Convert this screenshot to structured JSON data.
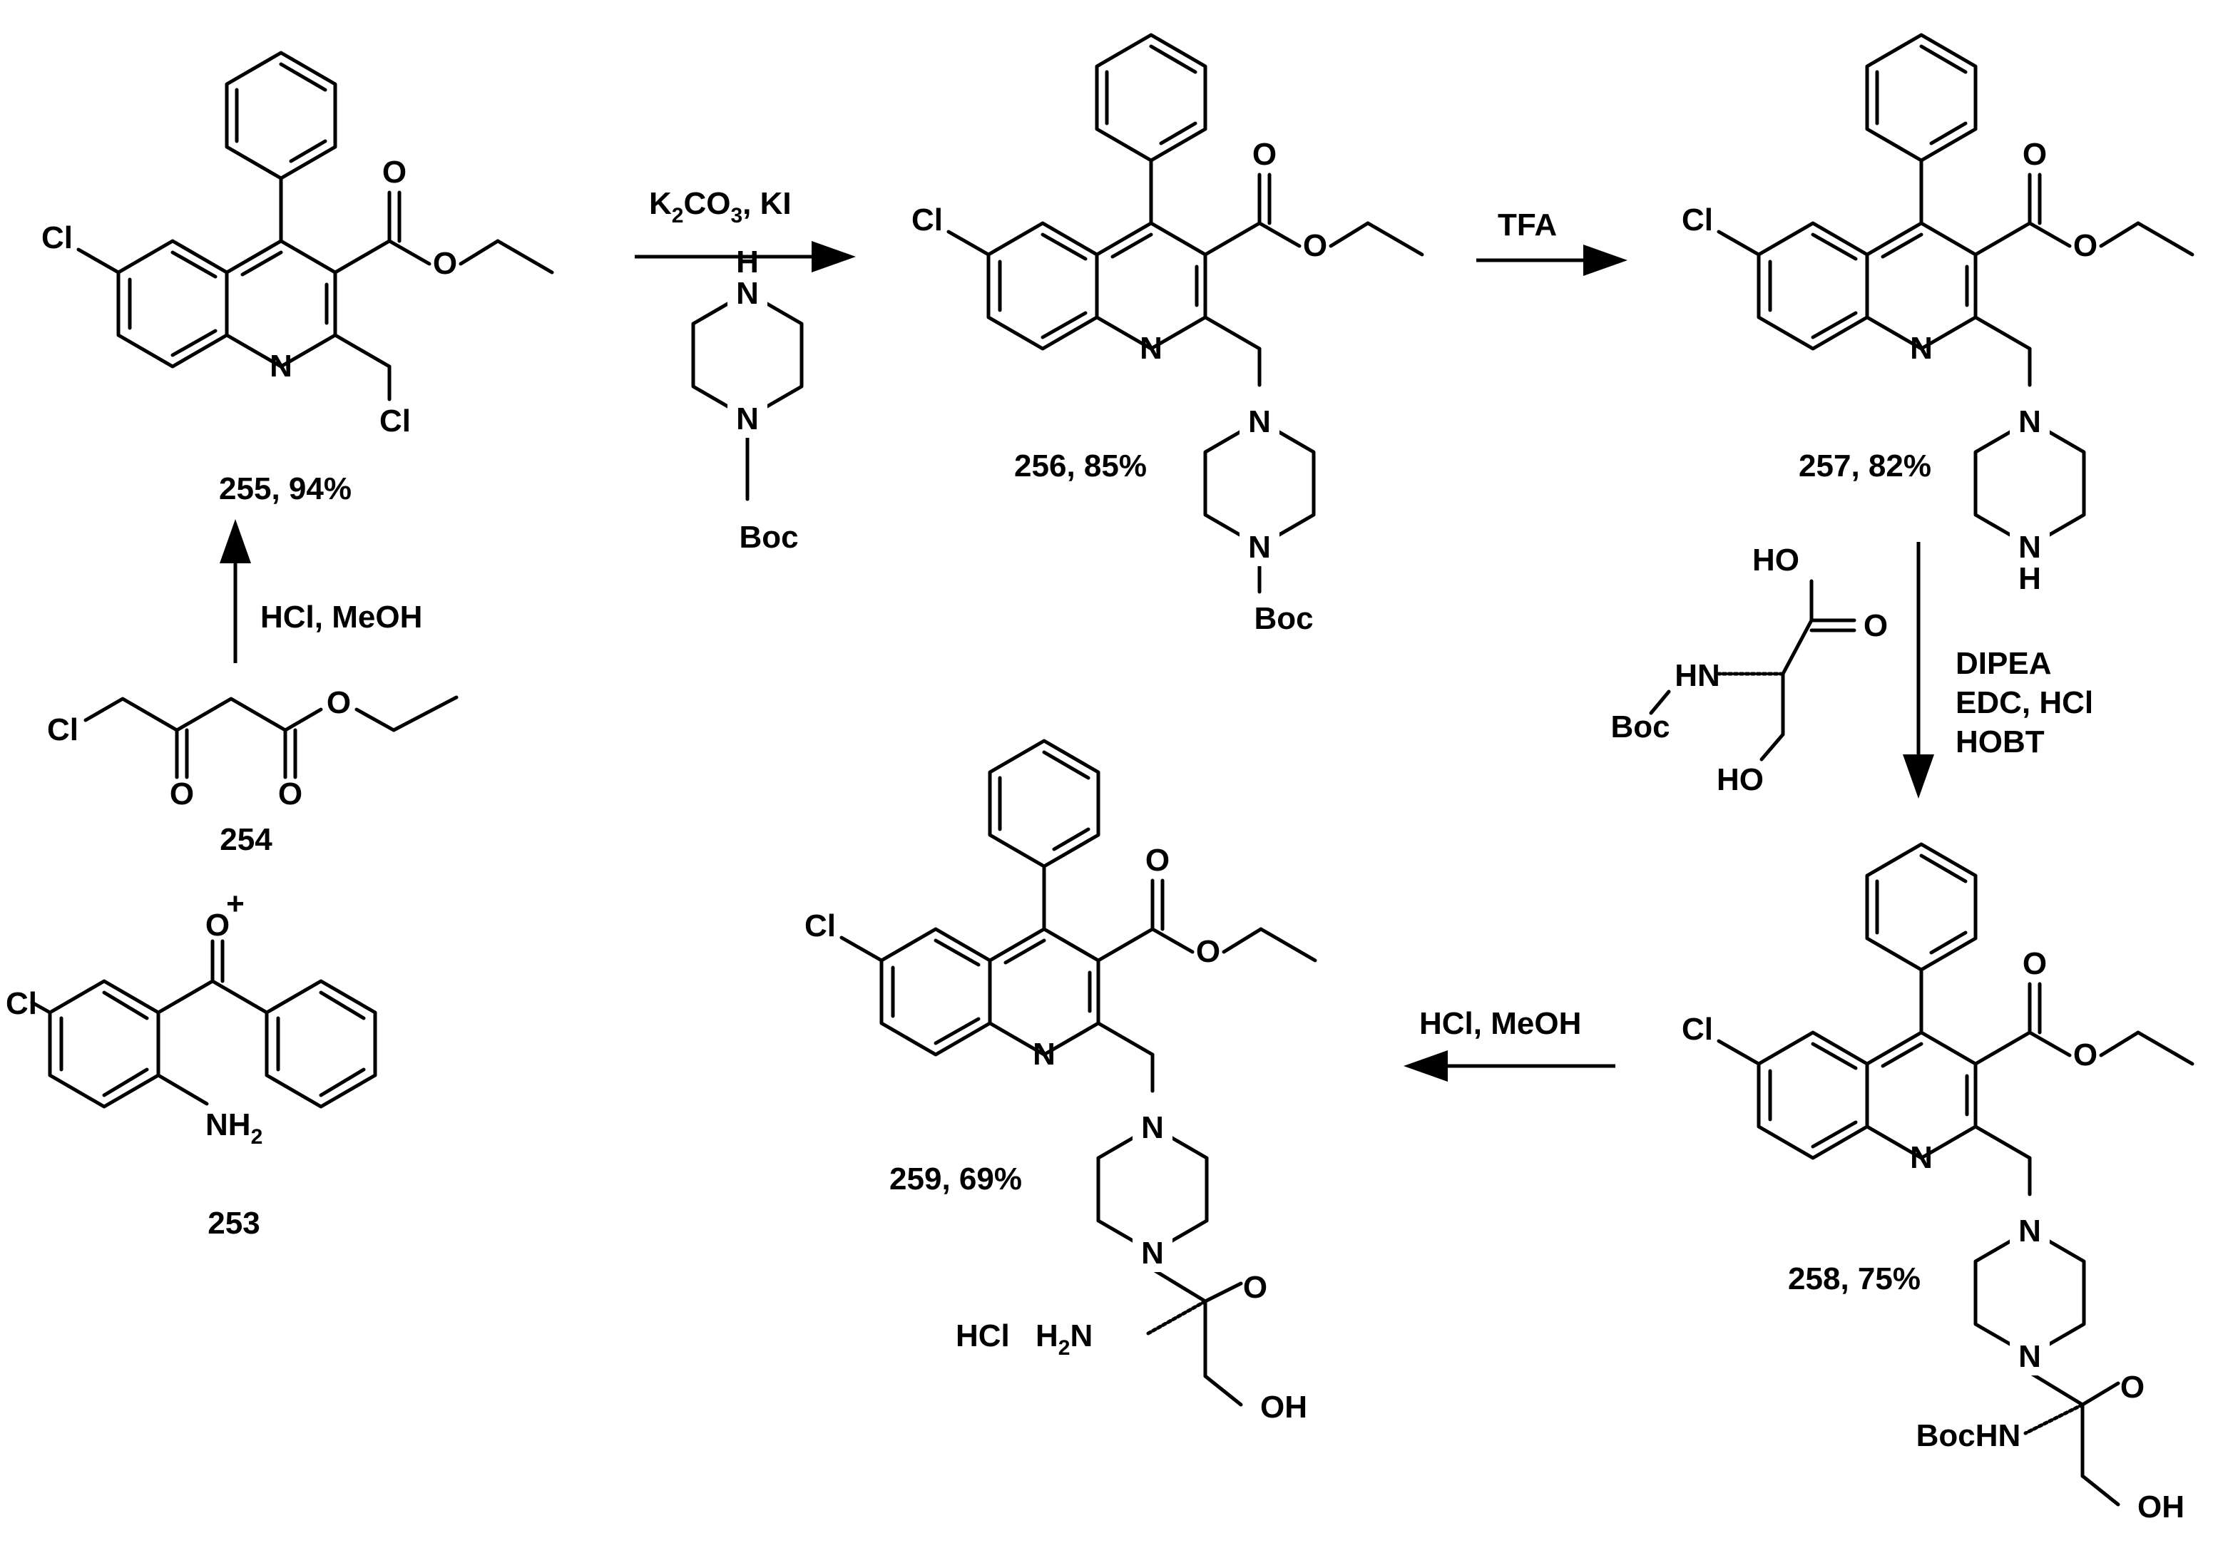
{
  "atoms": {
    "cl": "Cl",
    "n": "N",
    "o": "O",
    "nh": "N",
    "h": "H",
    "boc": "Boc",
    "ho": "HO",
    "oh": "OH",
    "hn": "HN",
    "bochn": "BocHN",
    "hcl_salt": "HCl",
    "h2n": "H",
    "h2n_sub": "2",
    "h2n_n": "N",
    "nh2": "NH",
    "nh2_sub": "2"
  },
  "compounds": {
    "c253": "253",
    "c254": "254",
    "c255": "255, 94%",
    "c256": "256, 85%",
    "c257": "257, 82%",
    "c258": "258, 75%",
    "c259": "259, 69%"
  },
  "plus": "+",
  "reagents": {
    "step1": "HCl, MeOH",
    "step2_a": "K",
    "step2_sub1": "2",
    "step2_b": "CO",
    "step2_sub2": "3",
    "step2_c": ", KI",
    "step3": "TFA",
    "step4_line1": "DIPEA",
    "step4_line2": "EDC, HCl",
    "step4_line3": "HOBT",
    "step5": "HCl, MeOH"
  }
}
